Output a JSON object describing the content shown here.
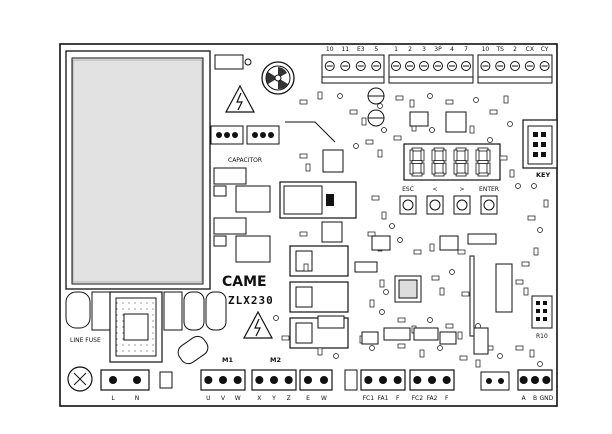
{
  "board": {
    "brand": "CAME",
    "model": "ZLX230",
    "key_label": "KEY",
    "fuse_label": "LINE FUSE",
    "motor_labels": [
      "M1",
      "M2"
    ],
    "button_labels": [
      "ESC",
      "<",
      ">",
      "ENTER"
    ],
    "display_digits": "8888",
    "display_color": "#d9d9d9",
    "r10_label": "R10",
    "capacitor_label": "CAPACITOR"
  },
  "terminals": {
    "top_group1": [
      "10",
      "11",
      "E3",
      "5"
    ],
    "top_group2": [
      "1",
      "2",
      "3",
      "3P",
      "4",
      "7"
    ],
    "top_group3": [
      "10",
      "TS",
      "2",
      "CX",
      "CY"
    ],
    "bottom_left": [
      "L",
      "N"
    ],
    "bottom_m1": [
      "U",
      "V",
      "W"
    ],
    "bottom_m2": [
      "X",
      "Y",
      "Z"
    ],
    "bottom_e": [
      "E",
      "W"
    ],
    "bottom_fc1": [
      "FC1",
      "FA1",
      "F"
    ],
    "bottom_fc2": [
      "FC2",
      "FA2",
      "F"
    ],
    "bottom_right": [
      "A",
      "B",
      "GND"
    ]
  },
  "icons": [
    "warning-triangle-icon",
    "warning-triangle-icon",
    "fan-icon"
  ]
}
